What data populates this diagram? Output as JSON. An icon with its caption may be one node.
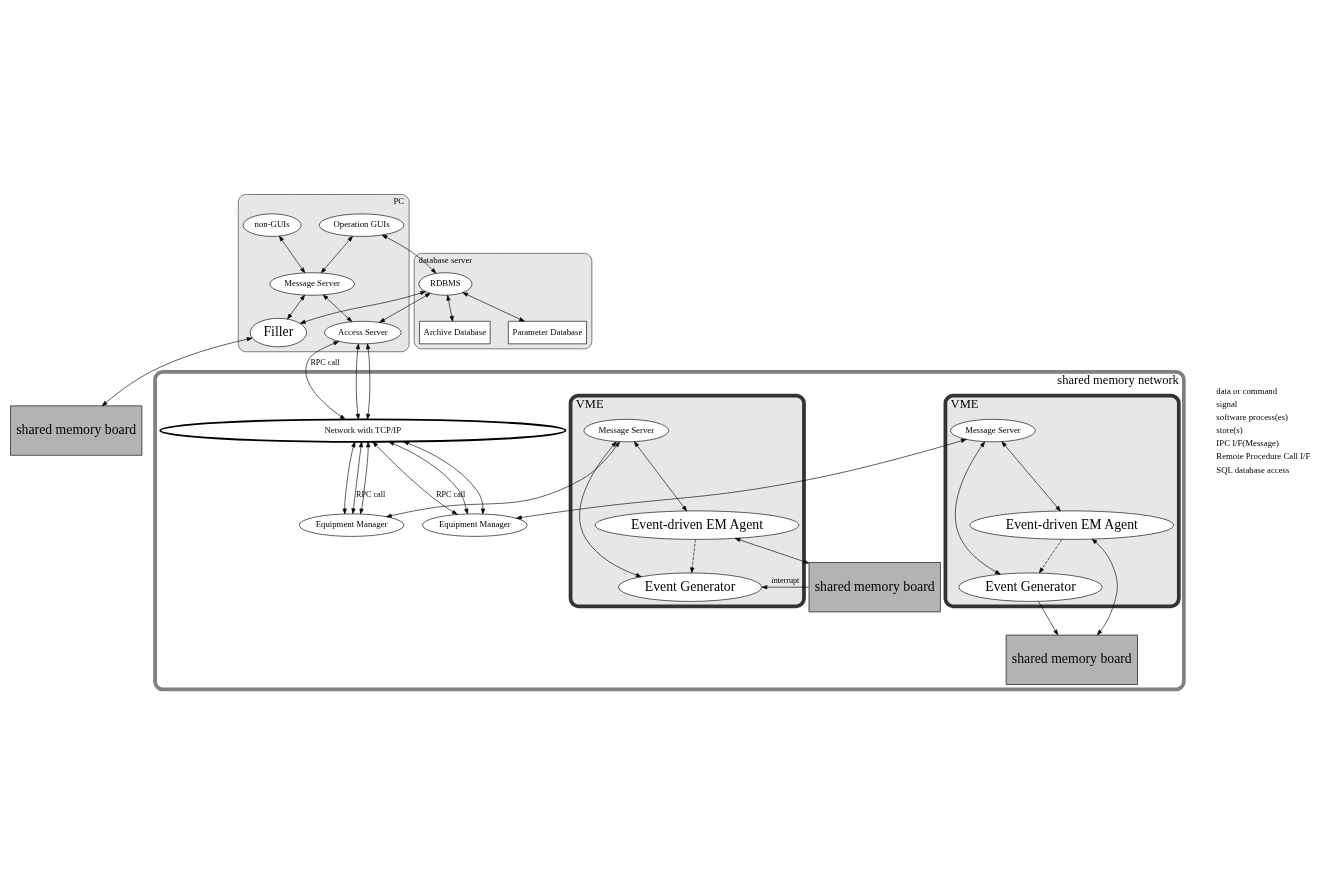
{
  "diagram": {
    "nodes": [
      {
        "text": [
          "PC"
        ]
      },
      {
        "text": [
          "non-GUIs"
        ],
        "in": 0
      },
      {
        "text": [
          "Operation GUIs"
        ],
        "in": 0
      },
      {
        "text": [
          "Message Server"
        ],
        "in": 0
      },
      {
        "text": [
          "Filler"
        ],
        "in": 0
      },
      {
        "text": [
          "Access Server"
        ],
        "in": 0
      },
      {
        "text": [
          "shared memory board"
        ]
      },
      {
        "text": [
          "database server"
        ]
      },
      {
        "text": [
          "RDBMS"
        ],
        "in": 7
      },
      {
        "text": [
          "Archive Database"
        ],
        "in": 7
      },
      {
        "text": [
          "Parameter Database"
        ],
        "in": 7
      },
      {
        "text": [
          "shared memory network"
        ]
      },
      {
        "text": [
          "Network with TCP/IP"
        ],
        "in": 11
      },
      {
        "text": [
          "VME"
        ],
        "in": 11
      },
      {
        "text": [
          "Message Server"
        ],
        "in": 13
      },
      {
        "text": [
          "Equipment Manager"
        ],
        "in": 11
      },
      {
        "text": [
          "Event Generator"
        ],
        "in": 13
      },
      {
        "text": [
          "Event-driven EM Agent"
        ],
        "in": 13
      },
      {
        "text": [
          "shared memory board"
        ],
        "in": 11
      },
      {
        "text": [
          "VME"
        ],
        "in": 11
      },
      {
        "text": [
          "Message Server"
        ],
        "in": 19
      },
      {
        "text": [
          "Equipment Manager"
        ],
        "in": 11
      },
      {
        "text": [
          "Event Generator"
        ],
        "in": 19
      },
      {
        "text": [
          "Event-driven EM Agent"
        ],
        "in": 19
      },
      {
        "text": [
          "shared memory board"
        ],
        "in": 11
      }
    ],
    "edges": [
      {
        "from": 1,
        "to": 3,
        "arrow": "both"
      },
      {
        "from": 2,
        "to": 3,
        "arrow": "both"
      },
      {
        "from": 3,
        "to": 4,
        "arrow": "both"
      },
      {
        "from": 3,
        "to": 5,
        "arrow": "both"
      },
      {
        "from": 4,
        "to": 6,
        "arrow": "both"
      },
      {
        "from": 8,
        "to": 2,
        "arrow": "both"
      },
      {
        "from": 4,
        "to": 8,
        "arrow": "both"
      },
      {
        "from": 8,
        "to": 5,
        "arrow": "both"
      },
      {
        "from": 8,
        "to": 9,
        "arrow": "both"
      },
      {
        "from": 8,
        "to": 10,
        "arrow": "both"
      },
      {
        "from": 5,
        "to": 12,
        "arrow": "both",
        "label": "RPC call"
      },
      {
        "from": 5,
        "to": 12,
        "arrow": "both"
      },
      {
        "from": 5,
        "to": 12,
        "arrow": "both"
      },
      {
        "from": 12,
        "to": 15,
        "arrow": "both",
        "label": "RPC call"
      },
      {
        "from": 12,
        "to": 15,
        "arrow": "both"
      },
      {
        "from": 12,
        "to": 15,
        "arrow": "both"
      },
      {
        "from": 12,
        "to": 21,
        "arrow": "both",
        "label": "RPC call"
      },
      {
        "from": 12,
        "to": 21,
        "arrow": "both"
      },
      {
        "from": 12,
        "to": 21,
        "arrow": "both"
      },
      {
        "from": 14,
        "to": 15,
        "arrow": "both"
      },
      {
        "from": 14,
        "to": 16,
        "arrow": "both"
      },
      {
        "from": 14,
        "to": 17,
        "arrow": "both"
      },
      {
        "from": 17,
        "to": 16,
        "arrow": "to",
        "style": "dashed"
      },
      {
        "from": 16,
        "to": 18,
        "arrow": "to"
      },
      {
        "from": 17,
        "to": 18,
        "arrow": "both"
      },
      {
        "from": 20,
        "to": 21,
        "arrow": "both"
      },
      {
        "from": 20,
        "to": 22,
        "arrow": "both"
      },
      {
        "from": 20,
        "to": 23,
        "arrow": "both"
      },
      {
        "from": 23,
        "to": 22,
        "arrow": "to",
        "style": "dashed"
      },
      {
        "from": 24,
        "to": 22,
        "arrow": "to",
        "label": "interrupt"
      },
      {
        "from": 23,
        "to": 24,
        "arrow": "both"
      }
    ],
    "legend": [
      {
        "text": "data or command"
      },
      {
        "text": "signal"
      },
      {
        "text": "software process(es)"
      },
      {
        "text": "store(s)"
      },
      {
        "text": "IPC I/F(Message)"
      },
      {
        "text": "Remote Procedure Call I/F"
      },
      {
        "text": "SQL database access"
      }
    ]
  }
}
